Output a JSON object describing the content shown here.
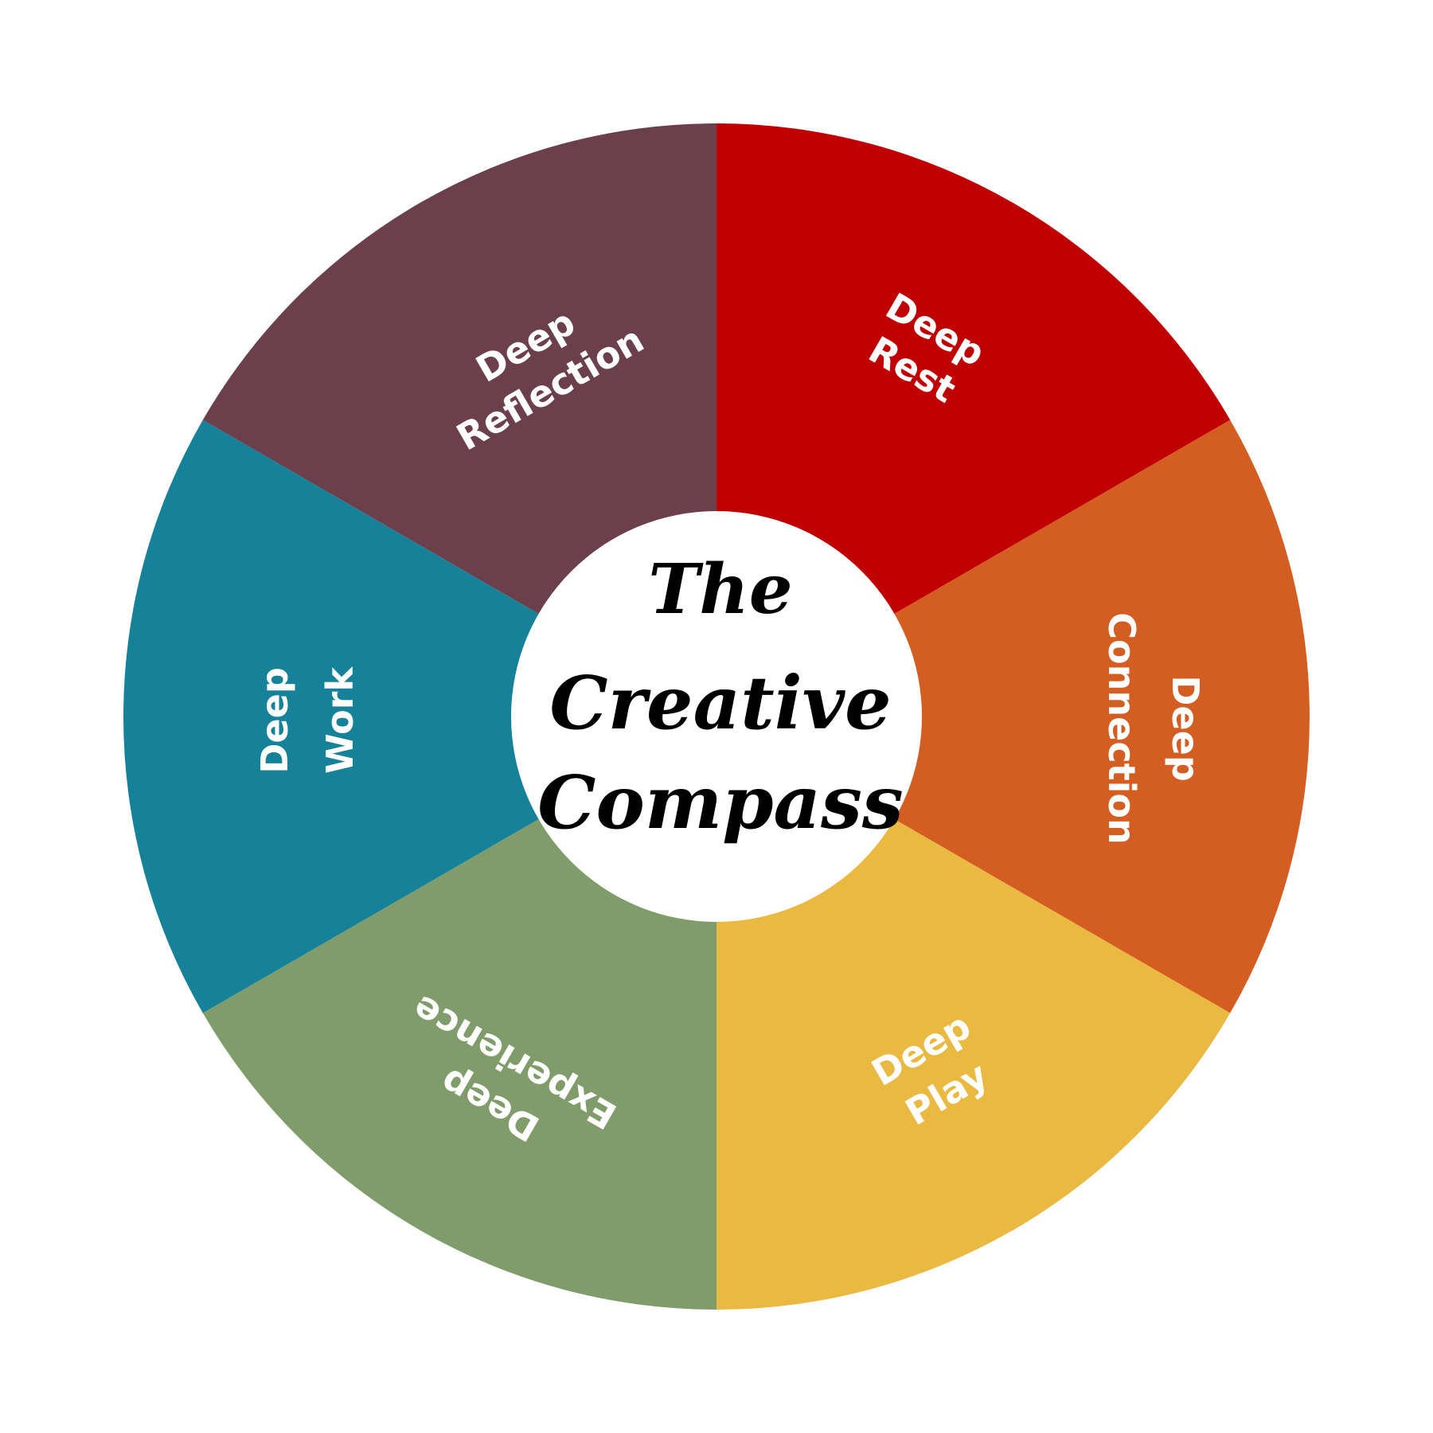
{
  "diagram": {
    "segments": [
      {
        "id": "rest",
        "lines": [
          "Deep",
          "Rest"
        ],
        "color": "#c00000"
      },
      {
        "id": "connection",
        "lines": [
          "Deep",
          "Connection"
        ],
        "color": "#d45e21"
      },
      {
        "id": "play",
        "lines": [
          "Deep",
          "Play"
        ],
        "color": "#e9b942"
      },
      {
        "id": "experience",
        "lines": [
          "Deep",
          "Experience"
        ],
        "color": "#809c6b"
      },
      {
        "id": "work",
        "lines": [
          "Deep",
          "Work"
        ],
        "color": "#16829a"
      },
      {
        "id": "reflection",
        "lines": [
          "Deep",
          "Reflection"
        ],
        "color": "#6b404c"
      }
    ],
    "center": {
      "title_lines": [
        "The",
        "Creative",
        "Compass"
      ],
      "fill": "#ffffff"
    }
  }
}
